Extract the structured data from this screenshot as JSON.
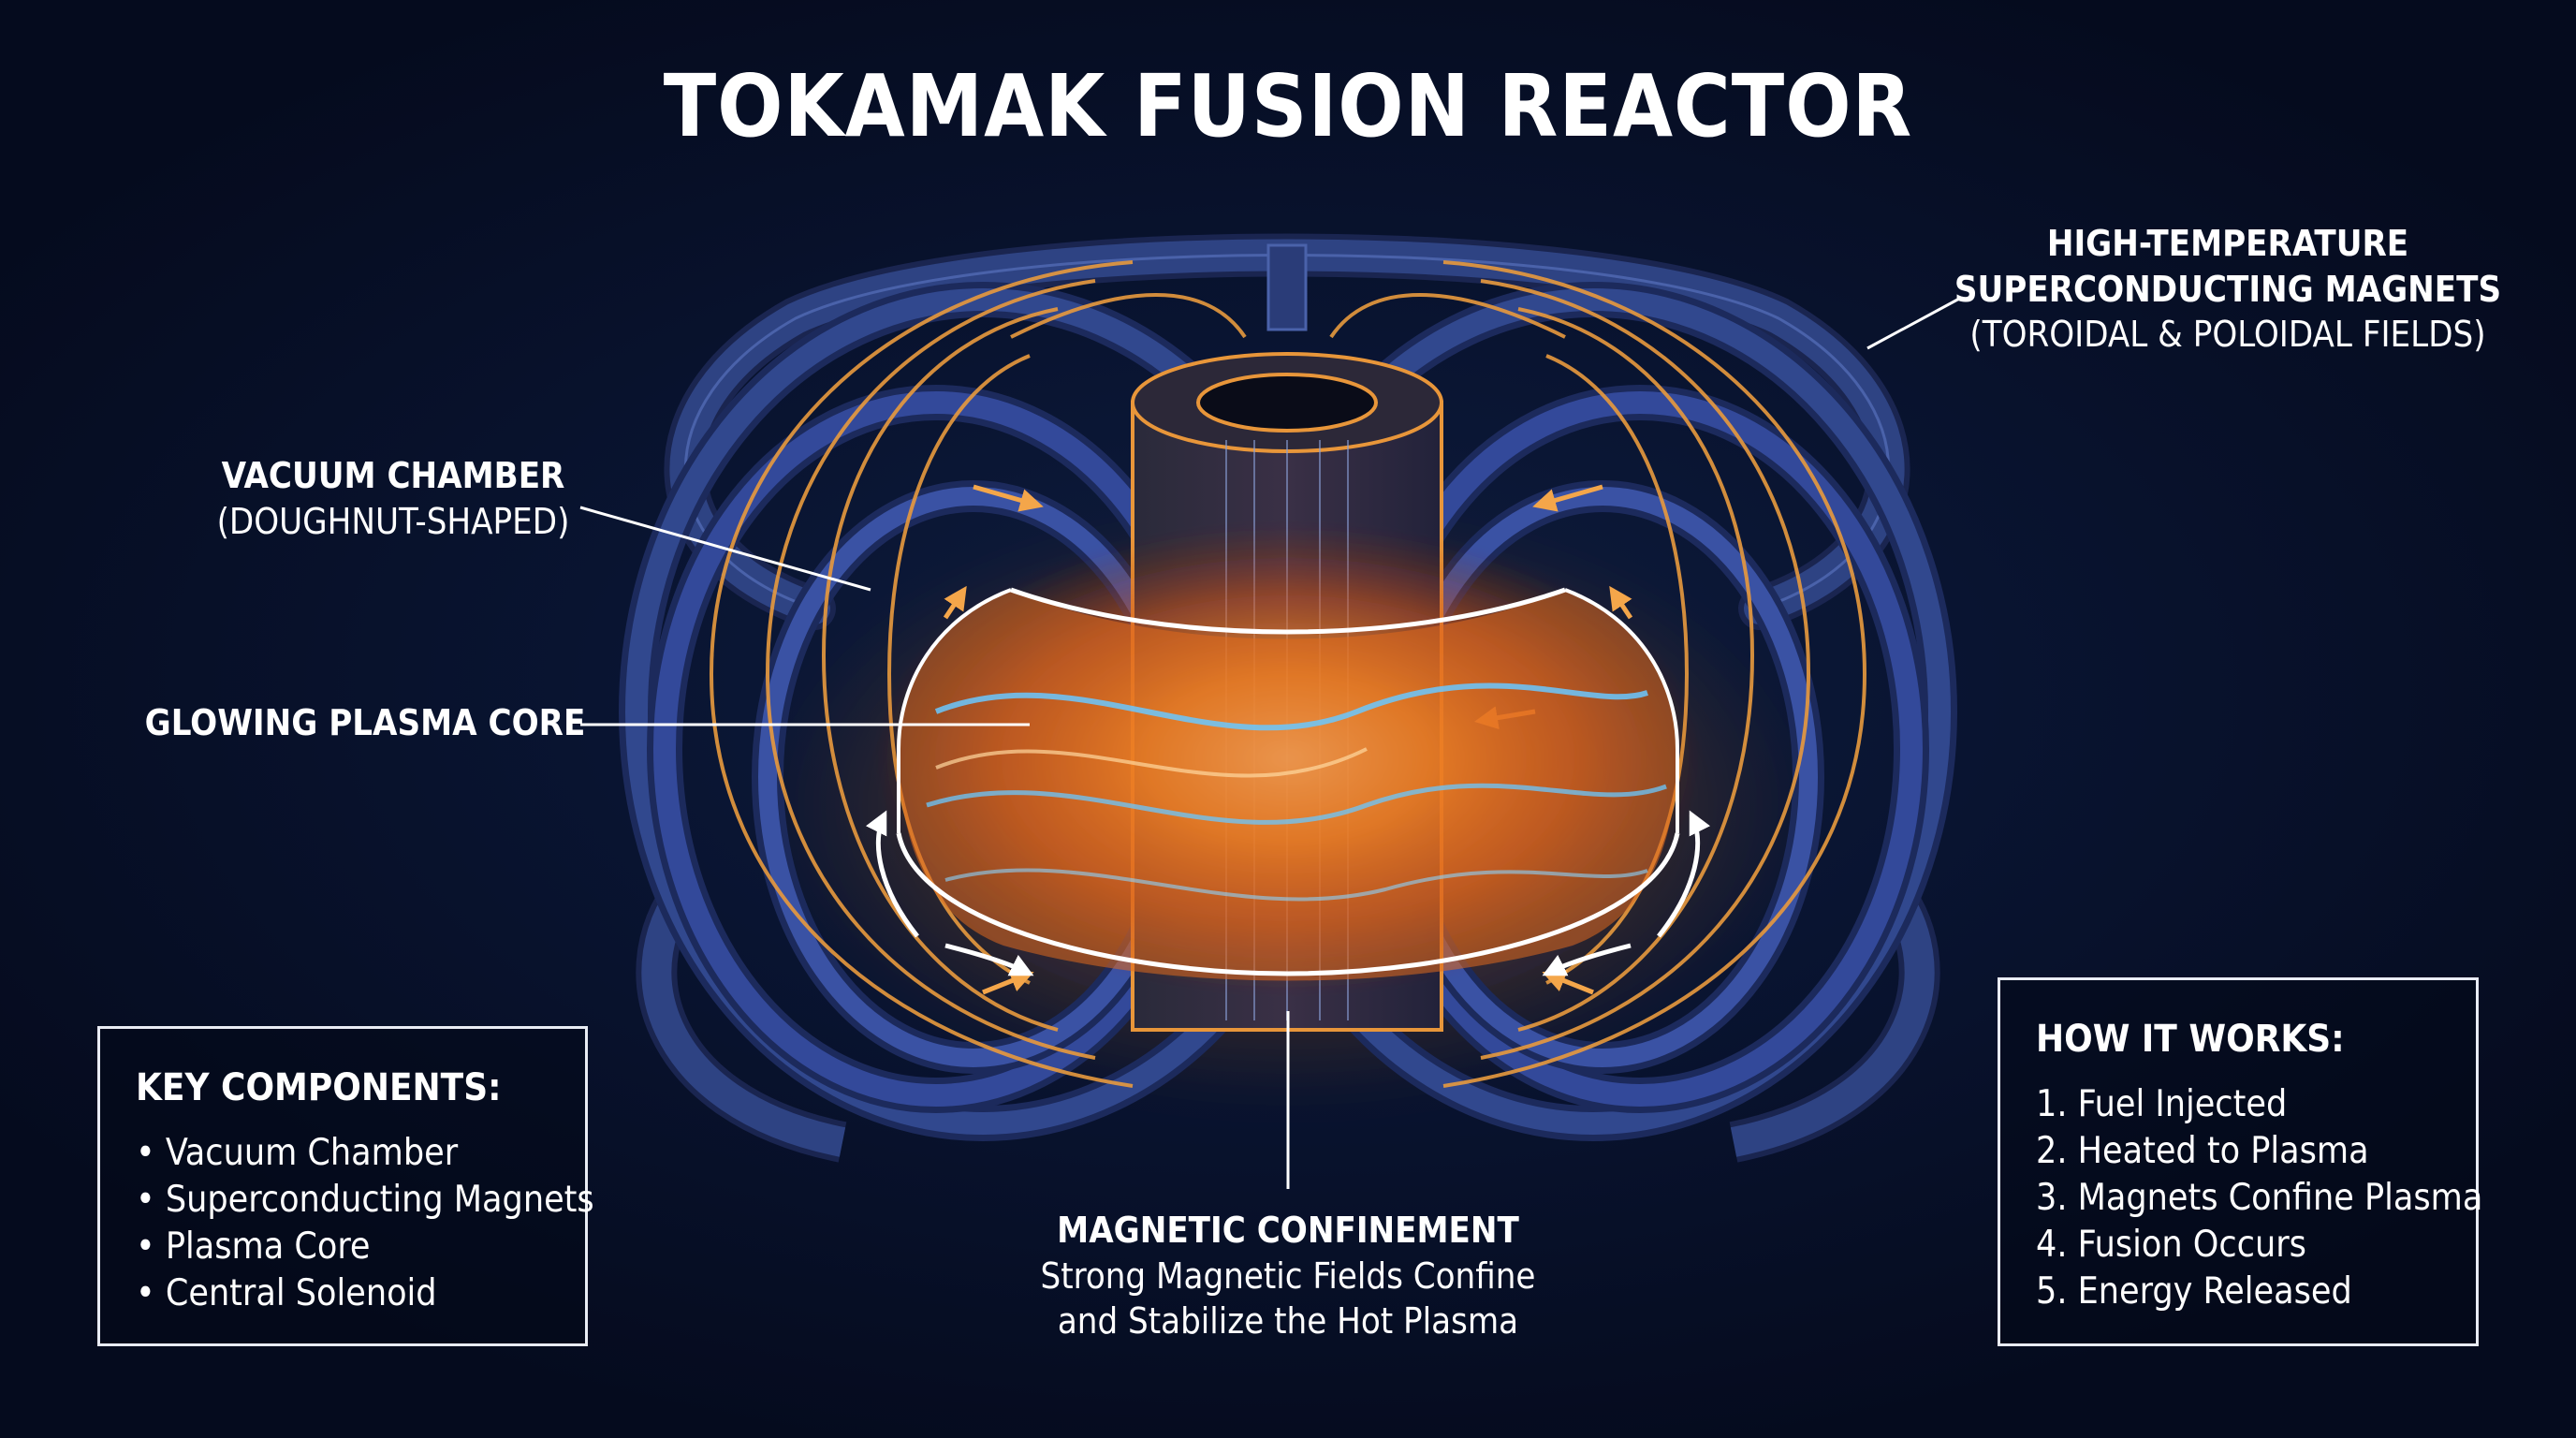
{
  "title": "TOKAMAK FUSION REACTOR",
  "labels": {
    "magnets": {
      "line1": "HIGH-TEMPERATURE",
      "line2": "SUPERCONDUCTING MAGNETS",
      "line3": "(TOROIDAL & POLOIDAL FIELDS)"
    },
    "vacuum_chamber": {
      "line1": "VACUUM CHAMBER",
      "line2": "(DOUGHNUT-SHAPED)"
    },
    "plasma_core": "GLOWING PLASMA CORE",
    "confinement": {
      "title": "MAGNETIC CONFINEMENT",
      "line1": "Strong Magnetic Fields Confine",
      "line2": "and Stabilize the Hot Plasma"
    }
  },
  "key_components": {
    "heading": "KEY COMPONENTS:",
    "items": [
      "• Vacuum Chamber",
      "• Superconducting Magnets",
      "• Plasma Core",
      "• Central Solenoid"
    ]
  },
  "how_it_works": {
    "heading": "HOW IT WORKS:",
    "steps": [
      "1. Fuel Injected",
      "2. Heated to Plasma",
      "3. Magnets Confine Plasma",
      "4. Fusion Occurs",
      "5. Energy Released"
    ]
  },
  "colors": {
    "background": "#071128",
    "magnet_blue": "#2b3f7a",
    "field_orange": "#f0a040",
    "plasma_core": "#ff8a1e",
    "plasma_blue": "#66c8ff"
  }
}
